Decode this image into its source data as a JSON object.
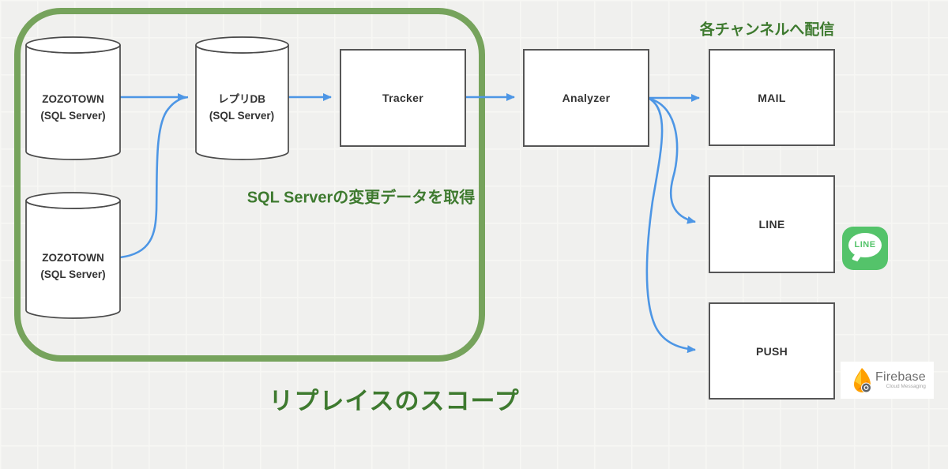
{
  "diagram": {
    "scope_label": "リプレイスのスコープ",
    "scope_note": "SQL Serverの変更データを取得",
    "delivery_note": "各チャンネルへ配信",
    "nodes": {
      "zozotown_db_1": {
        "line1": "ZOZOTOWN",
        "line2": "(SQL Server)",
        "shape": "cylinder"
      },
      "zozotown_db_2": {
        "line1": "ZOZOTOWN",
        "line2": "(SQL Server)",
        "shape": "cylinder"
      },
      "repli_db": {
        "line1": "レプリDB",
        "line2": "(SQL Server)",
        "shape": "cylinder"
      },
      "tracker": {
        "label": "Tracker"
      },
      "analyzer": {
        "label": "Analyzer"
      },
      "mail": {
        "label": "MAIL"
      },
      "line": {
        "label": "LINE"
      },
      "push": {
        "label": "PUSH"
      }
    },
    "edges": [
      {
        "from": "zozotown_db_1",
        "to": "repli_db"
      },
      {
        "from": "zozotown_db_2",
        "to": "repli_db"
      },
      {
        "from": "repli_db",
        "to": "tracker"
      },
      {
        "from": "tracker",
        "to": "analyzer"
      },
      {
        "from": "analyzer",
        "to": "mail"
      },
      {
        "from": "analyzer",
        "to": "line"
      },
      {
        "from": "analyzer",
        "to": "push"
      }
    ],
    "icons": {
      "line_badge": {
        "label": "LINE"
      },
      "firebase": {
        "name": "Firebase",
        "subtitle": "Cloud Messaging"
      }
    }
  },
  "colors": {
    "scope_green": "#76a35c",
    "text_green": "#3e7a2f",
    "arrow_blue": "#4d96e5",
    "line_green": "#54c36a",
    "firebase_amber": "#ffa000",
    "firebase_yellow": "#ffcc32",
    "firebase_orange": "#f57c00",
    "firebase_gray": "#5f6368"
  }
}
